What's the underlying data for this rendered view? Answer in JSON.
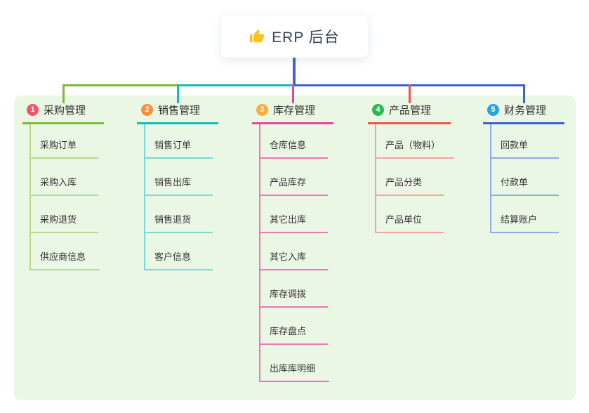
{
  "root": {
    "label": "ERP 后台",
    "icon": "thumbs-up-icon"
  },
  "canvas": {
    "background": "#ffffff",
    "board_background": "#eaf7e4"
  },
  "connector": {
    "trunk_color": "#4a5ed6"
  },
  "branches": [
    {
      "id": "purchase",
      "badge": "1",
      "label": "采购管理",
      "badge_color": "#f2566a",
      "line_color": "#7cba3f",
      "child_line_color": "#b5da8a",
      "children": [
        "采购订单",
        "采购入库",
        "采购退货",
        "供应商信息"
      ]
    },
    {
      "id": "sales",
      "badge": "2",
      "label": "销售管理",
      "badge_color": "#fb8e3c",
      "line_color": "#10bcb9",
      "child_line_color": "#79d8d2",
      "children": [
        "销售订单",
        "销售出库",
        "销售退货",
        "客户信息"
      ]
    },
    {
      "id": "inventory",
      "badge": "3",
      "label": "库存管理",
      "badge_color": "#fbad3c",
      "line_color": "#e8459c",
      "child_line_color": "#f075b4",
      "children": [
        "仓库信息",
        "产品库存",
        "其它出库",
        "其它入库",
        "库存调拨",
        "库存盘点",
        "出库库明细"
      ]
    },
    {
      "id": "product",
      "badge": "4",
      "label": "产品管理",
      "badge_color": "#2eb857",
      "line_color": "#f4524e",
      "child_line_color": "#f8a19e",
      "children": [
        "产品（物料）",
        "产品分类",
        "产品单位"
      ]
    },
    {
      "id": "finance",
      "badge": "5",
      "label": "财务管理",
      "badge_color": "#27a3e0",
      "line_color": "#3e5fd7",
      "child_line_color": "#92a9e2",
      "children": [
        "回款单",
        "付款单",
        "结算账户"
      ]
    }
  ]
}
